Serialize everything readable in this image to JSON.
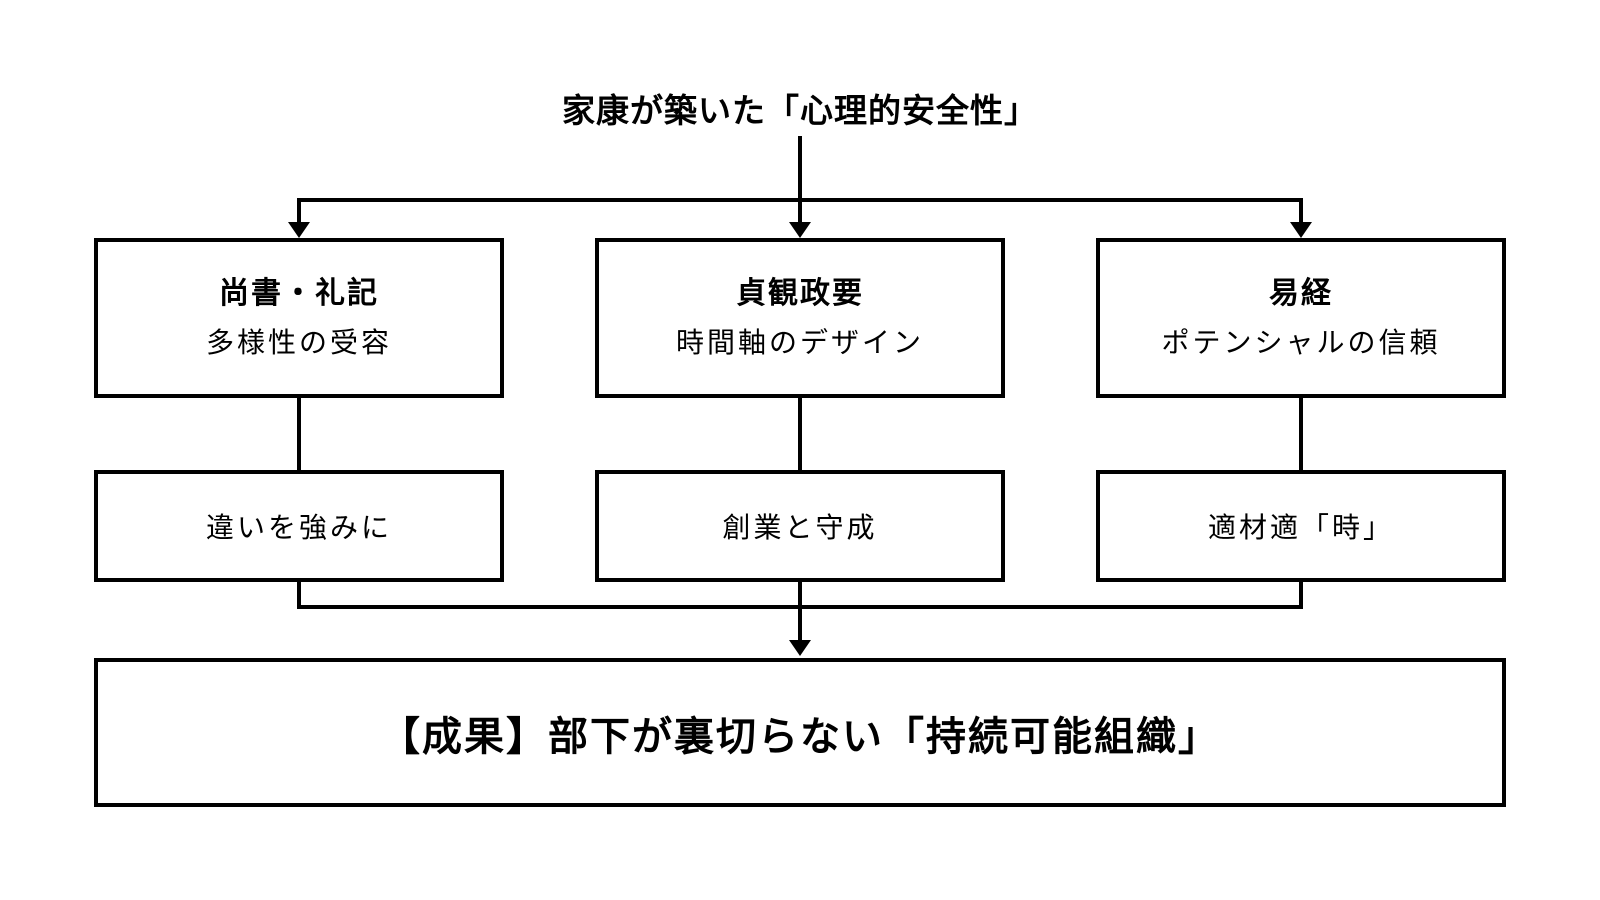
{
  "diagram": {
    "title": "家康が築いた「心理的安全性」",
    "columns": [
      {
        "source": "尚書・礼記",
        "principle": "多様性の受容",
        "practice": "違いを強みに"
      },
      {
        "source": "貞観政要",
        "principle": "時間軸のデザイン",
        "practice": "創業と守成"
      },
      {
        "source": "易経",
        "principle": "ポテンシャルの信頼",
        "practice": "適材適「時」"
      }
    ],
    "outcome": "【成果】部下が裏切らない「持続可能組織」",
    "colors": {
      "line": "#000000",
      "text": "#000000",
      "background": "#ffffff"
    }
  }
}
